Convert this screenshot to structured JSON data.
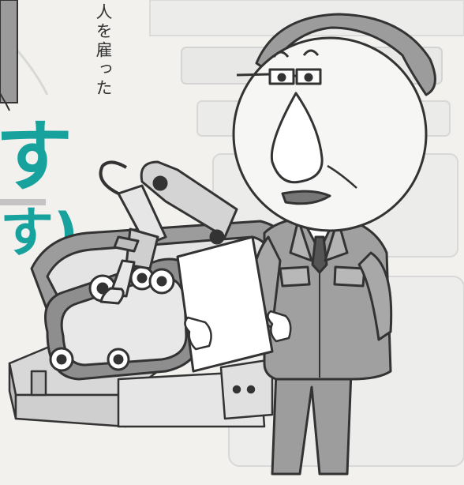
{
  "vertical_text": "人を雇った",
  "headline_char": "す",
  "sub_char": "す)",
  "colors": {
    "teal": "#18a29e",
    "outline": "#333333",
    "faded_bg_text": "#c9c9c9",
    "robot_gray": "#a0a0a0",
    "skin": "#f6f6f4"
  }
}
